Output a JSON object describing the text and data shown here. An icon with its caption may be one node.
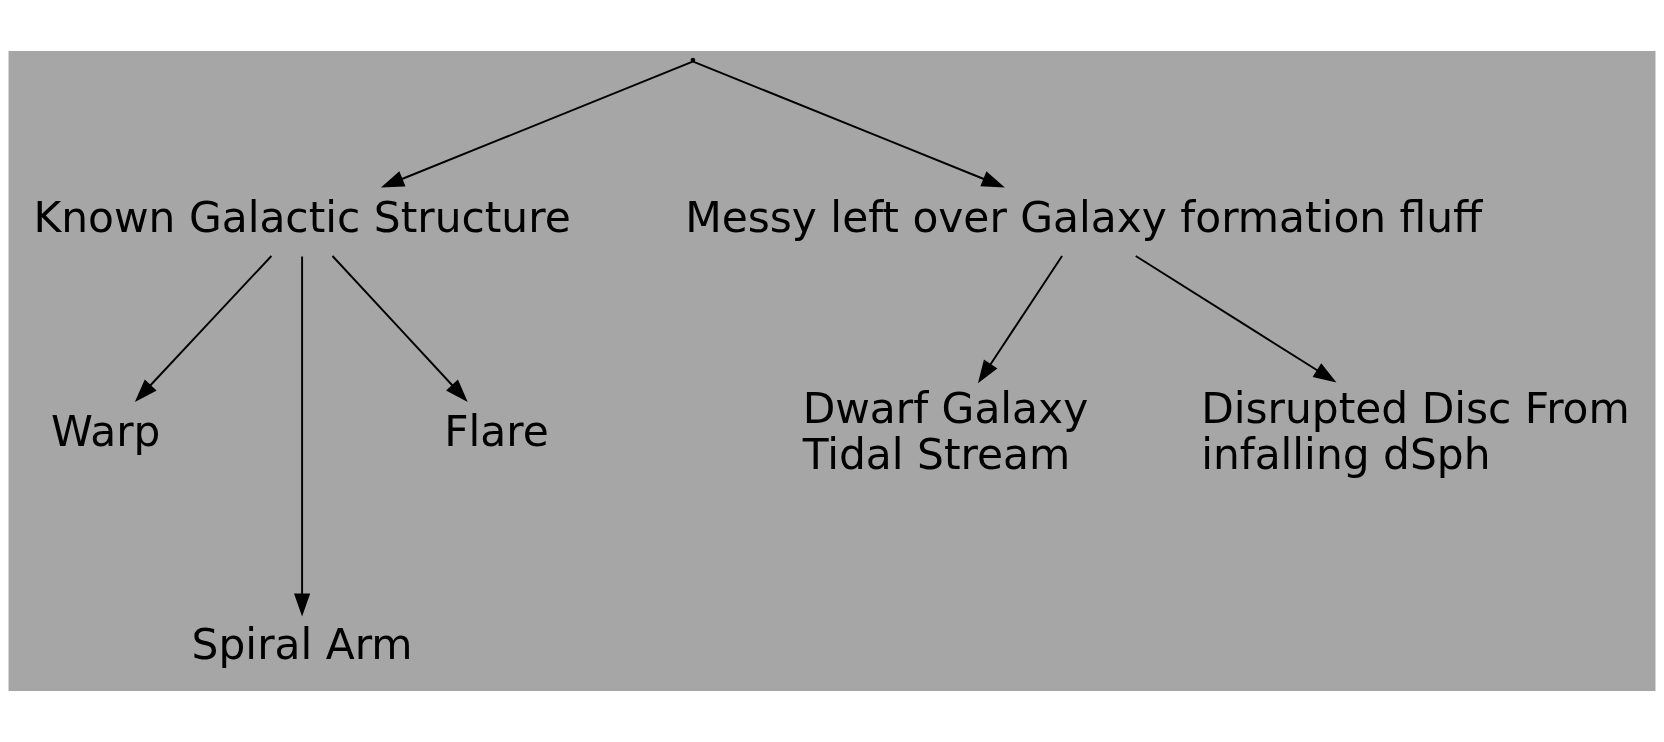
{
  "diagram": {
    "nodes": [
      {
        "text": [],
        "shape": "point"
      },
      {
        "text": [
          "Known Galactic Structure"
        ]
      },
      {
        "text": [
          "Messy left over Galaxy formation fluff"
        ]
      },
      {
        "text": [
          "Warp"
        ]
      },
      {
        "text": [
          "Spiral Arm"
        ]
      },
      {
        "text": [
          "Flare"
        ]
      },
      {
        "text": [
          "Dwarf Galaxy Tidal Stream"
        ]
      },
      {
        "text": [
          "Disrupted Disc From infalling dSph"
        ]
      }
    ],
    "edges": [
      {
        "from": 0,
        "to": 1,
        "arrow": "to"
      },
      {
        "from": 0,
        "to": 2,
        "arrow": "to"
      },
      {
        "from": 1,
        "to": 3,
        "arrow": "to"
      },
      {
        "from": 1,
        "to": 4,
        "arrow": "to"
      },
      {
        "from": 1,
        "to": 5,
        "arrow": "to"
      },
      {
        "from": 2,
        "to": 6,
        "arrow": "to"
      },
      {
        "from": 2,
        "to": 7,
        "arrow": "to"
      }
    ]
  }
}
